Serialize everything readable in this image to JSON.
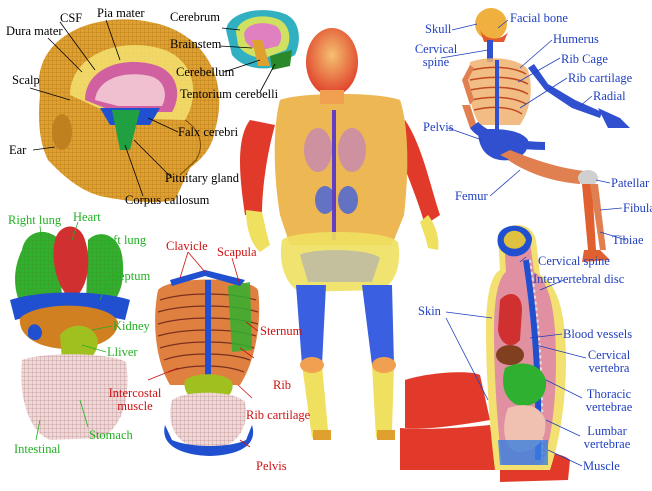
{
  "labels": {
    "head": {
      "dura_mater": "Dura mater",
      "csf": "CSF",
      "pia_mater": "Pia mater",
      "scalp": "Scalp",
      "ear": "Ear",
      "falx_cerebri": "Falx cerebri",
      "pituitary_gland": "Pituitary gland",
      "corpus_callosum": "Corpus callosum"
    },
    "brain": {
      "cerebrum": "Cerebrum",
      "brainstem": "Brainstem",
      "cerebellum": "Cerebellum",
      "tentorium_cerebelli": "Tentorium cerebelli"
    },
    "skeleton": {
      "skull": "Skull",
      "facial_bone": "Facial bone",
      "cervical_spine_1": "Cervical",
      "cervical_spine_2": "spine",
      "humerus": "Humerus",
      "rib_cage": "Rib Cage",
      "rib_cartilage": "Rib cartilage",
      "radial": "Radial",
      "pelvis": "Pelvis",
      "femur": "Femur",
      "patellar": "Patellar",
      "fibula": "Fibula",
      "tibiae": "Tibiae"
    },
    "organs": {
      "right_lung": "Right lung",
      "heart": "Heart",
      "left_lung": "Left lung",
      "septum": "Septum",
      "kidney": "Kidney",
      "lliver": "Lliver",
      "intestinal": "Intestinal",
      "stomach": "Stomach"
    },
    "thorax": {
      "clavicle": "Clavicle",
      "scapula": "Scapula",
      "sternum": "Sternum",
      "rib": "Rib",
      "intercostal_1": "Intercostal",
      "intercostal_2": "muscle",
      "rib_cartilage": "Rib cartilage",
      "pelvis": "Pelvis"
    },
    "section": {
      "cervical_spine": "Cervical spine",
      "intervertebral_disc": "Intervertebral disc",
      "skin": "Skin",
      "blood_vessels": "Blood vessels",
      "cervical_vertebra_1": "Cervical",
      "cervical_vertebra_2": "vertebra",
      "thoracic_vertebrae_1": "Thoracic",
      "thoracic_vertebrae_2": "vertebrae",
      "lumbar_vertebrae_1": "Lumbar",
      "lumbar_vertebrae_2": "vertebrae",
      "muscle": "Muscle"
    }
  },
  "colors": {
    "label_black": "#000000",
    "label_blue": "#1f3fbf",
    "label_green": "#22b022",
    "label_red": "#cc1111",
    "bone": "#e8a070",
    "skin_red": "#e23a2a",
    "body_yellow": "#f0e060",
    "limb_blue": "#3a5fe0",
    "mesh_orange": "#e0a030"
  }
}
